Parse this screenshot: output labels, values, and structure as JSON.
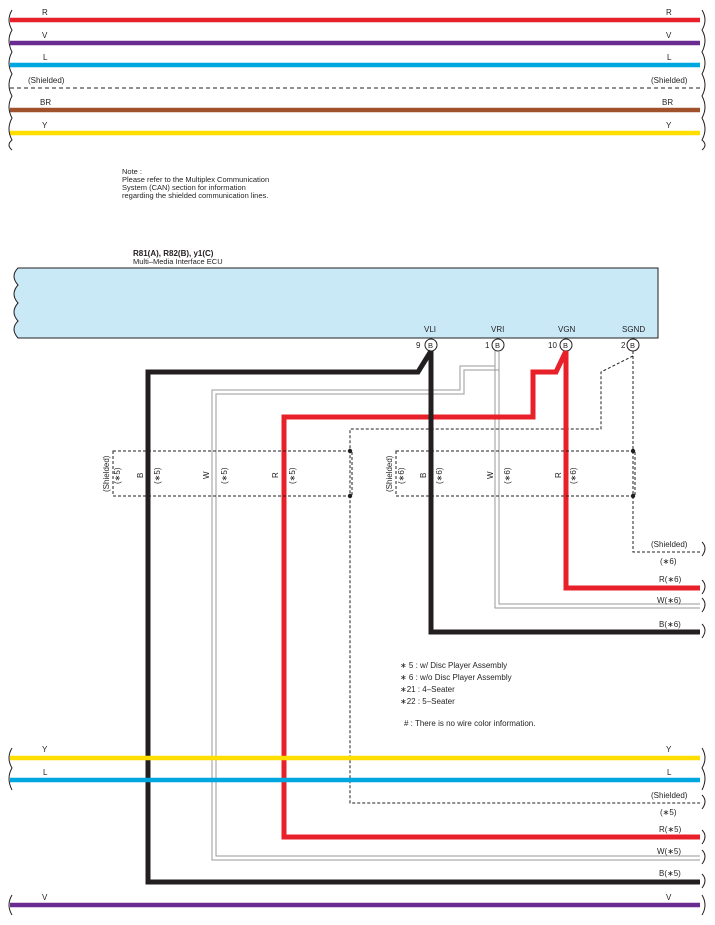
{
  "top_bus": {
    "wires": [
      {
        "label": "R",
        "color": "#e8202a"
      },
      {
        "label": "V",
        "color": "#6b2c91"
      },
      {
        "label": "L",
        "color": "#00a6e0"
      },
      {
        "label": "(Shielded)",
        "color": ""
      },
      {
        "label": "BR",
        "color": "#a0522d"
      },
      {
        "label": "Y",
        "color": "#ffde00"
      }
    ]
  },
  "note": {
    "line1": "Note :",
    "line2": "Please refer to the Multiplex Communication",
    "line3": "System (CAN) section for information",
    "line4": "regarding the shielded communication lines."
  },
  "ecu": {
    "code": "R81(A), R82(B), y1(C)",
    "name": "Multi–Media Interface ECU",
    "fill": "#c9e9f7",
    "pins": [
      {
        "name": "VLI",
        "num": "9",
        "conn": "B"
      },
      {
        "name": "VRI",
        "num": "1",
        "conn": "B"
      },
      {
        "name": "VGN",
        "num": "10",
        "conn": "B"
      },
      {
        "name": "SGND",
        "num": "2",
        "conn": "B"
      }
    ]
  },
  "shield_left": {
    "shielded": "(Shielded)",
    "group": "(∗5)",
    "b": "B",
    "b_tag": "(∗5)",
    "w": "W",
    "w_tag": "(∗5)",
    "r": "R",
    "r_tag": "(∗5)"
  },
  "shield_right": {
    "shielded": "(Shielded)",
    "group": "(∗6)",
    "b": "B",
    "b_tag": "(∗6)",
    "w": "W",
    "w_tag": "(∗6)",
    "r": "R",
    "r_tag": "(∗6)"
  },
  "right_outputs": {
    "shielded": "(Shielded)",
    "shielded_tag": "(∗6)",
    "r": "R(∗6)",
    "w": "W(∗6)",
    "b": "B(∗6)"
  },
  "legend": {
    "l1": "∗ 5 : w/ Disc Player Assembly",
    "l2": "∗ 6 : w/o Disc Player Assembly",
    "l3": "∗21 : 4–Seater",
    "l4": "∗22 : 5–Seater",
    "l5": "# : There is no wire color information."
  },
  "bottom_bus": {
    "y": "Y",
    "l": "L",
    "shielded": "(Shielded)",
    "shielded_tag": "(∗5)",
    "r": "R(∗5)",
    "w": "W(∗5)",
    "b": "B(∗5)",
    "v": "V"
  },
  "colors": {
    "red": "#e8202a",
    "black": "#231f20",
    "yellow": "#ffde00",
    "blue": "#00a6e0",
    "violet": "#6b2c91",
    "brown": "#a0522d",
    "white_wire": "#9a9a9a"
  }
}
